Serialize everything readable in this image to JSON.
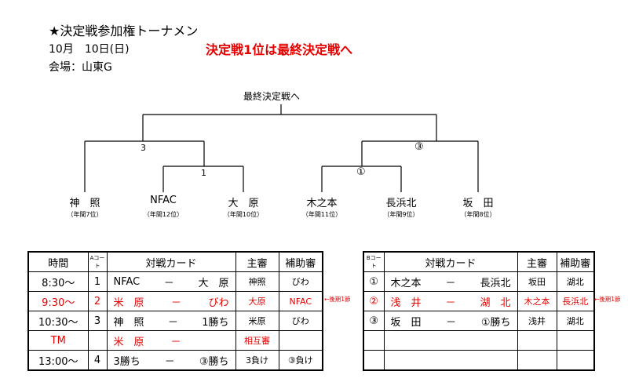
{
  "header": {
    "title": "★決定戦参加権トーナメン",
    "date": "10月　10日(日)",
    "venue": "会場：山東G",
    "rule": "決定戦1位は最終決定戦へ"
  },
  "bracket": {
    "top_label": "最終決定戦へ",
    "left_game": "3",
    "right_game": "③",
    "left_sub_game": "1",
    "right_sub_game": "①",
    "teams": [
      {
        "name": "神　照",
        "note": "（年間7位）"
      },
      {
        "name": "NFAC",
        "note": "（年間12位）"
      },
      {
        "name": "大　原",
        "note": "（年間10位）"
      },
      {
        "name": "木之本",
        "note": "（年間11位）"
      },
      {
        "name": "長浜北",
        "note": "（年間9位）"
      },
      {
        "name": "坂　田",
        "note": "（年間8位）"
      }
    ]
  },
  "table_a": {
    "headers": {
      "time": "時間",
      "court": "Aコート",
      "card": "対戦カード",
      "chief": "主審",
      "assist": "補助審"
    },
    "rows": [
      {
        "time": "8:30～",
        "no": "1",
        "home": "NFAC",
        "dash": "－",
        "away": "大　原",
        "chief": "神照",
        "assist": "びわ",
        "red": false
      },
      {
        "time": "9:30～",
        "no": "2",
        "home": "米　原",
        "dash": "－",
        "away": "びわ",
        "chief": "大原",
        "assist": "NFAC",
        "red": true
      },
      {
        "time": "10:30～",
        "no": "3",
        "home": "神　照",
        "dash": "－",
        "away": "1勝ち",
        "chief": "米原",
        "assist": "びわ",
        "red": false
      },
      {
        "time": "TM",
        "no": "",
        "home": "米　原",
        "dash": "－",
        "away": "",
        "chief": "相互審",
        "assist": "",
        "red": true
      },
      {
        "time": "13:00～",
        "no": "4",
        "home": "3勝ち",
        "dash": "－",
        "away": "③勝ち",
        "chief": "3負け",
        "assist": "③負け",
        "red": false
      }
    ],
    "side_note": "←後期1節"
  },
  "table_b": {
    "headers": {
      "court": "Bコート",
      "card": "対戦カード",
      "chief": "主審",
      "assist": "補助審"
    },
    "rows": [
      {
        "no": "①",
        "home": "木之本",
        "dash": "－",
        "away": "長浜北",
        "chief": "坂田",
        "assist": "湖北",
        "red": false
      },
      {
        "no": "②",
        "home": "浅　井",
        "dash": "－",
        "away": "湖　北",
        "chief": "木之本",
        "assist": "長浜北",
        "red": true
      },
      {
        "no": "③",
        "home": "坂　田",
        "dash": "－",
        "away": "①勝ち",
        "chief": "浅井",
        "assist": "湖北",
        "red": false
      },
      {
        "no": "",
        "home": "",
        "dash": "",
        "away": "",
        "chief": "",
        "assist": "",
        "red": false
      },
      {
        "no": "",
        "home": "",
        "dash": "",
        "away": "",
        "chief": "",
        "assist": "",
        "red": false
      }
    ],
    "side_note": "←後期1節"
  },
  "colors": {
    "accent_red": "#e60000",
    "line": "#000000"
  }
}
